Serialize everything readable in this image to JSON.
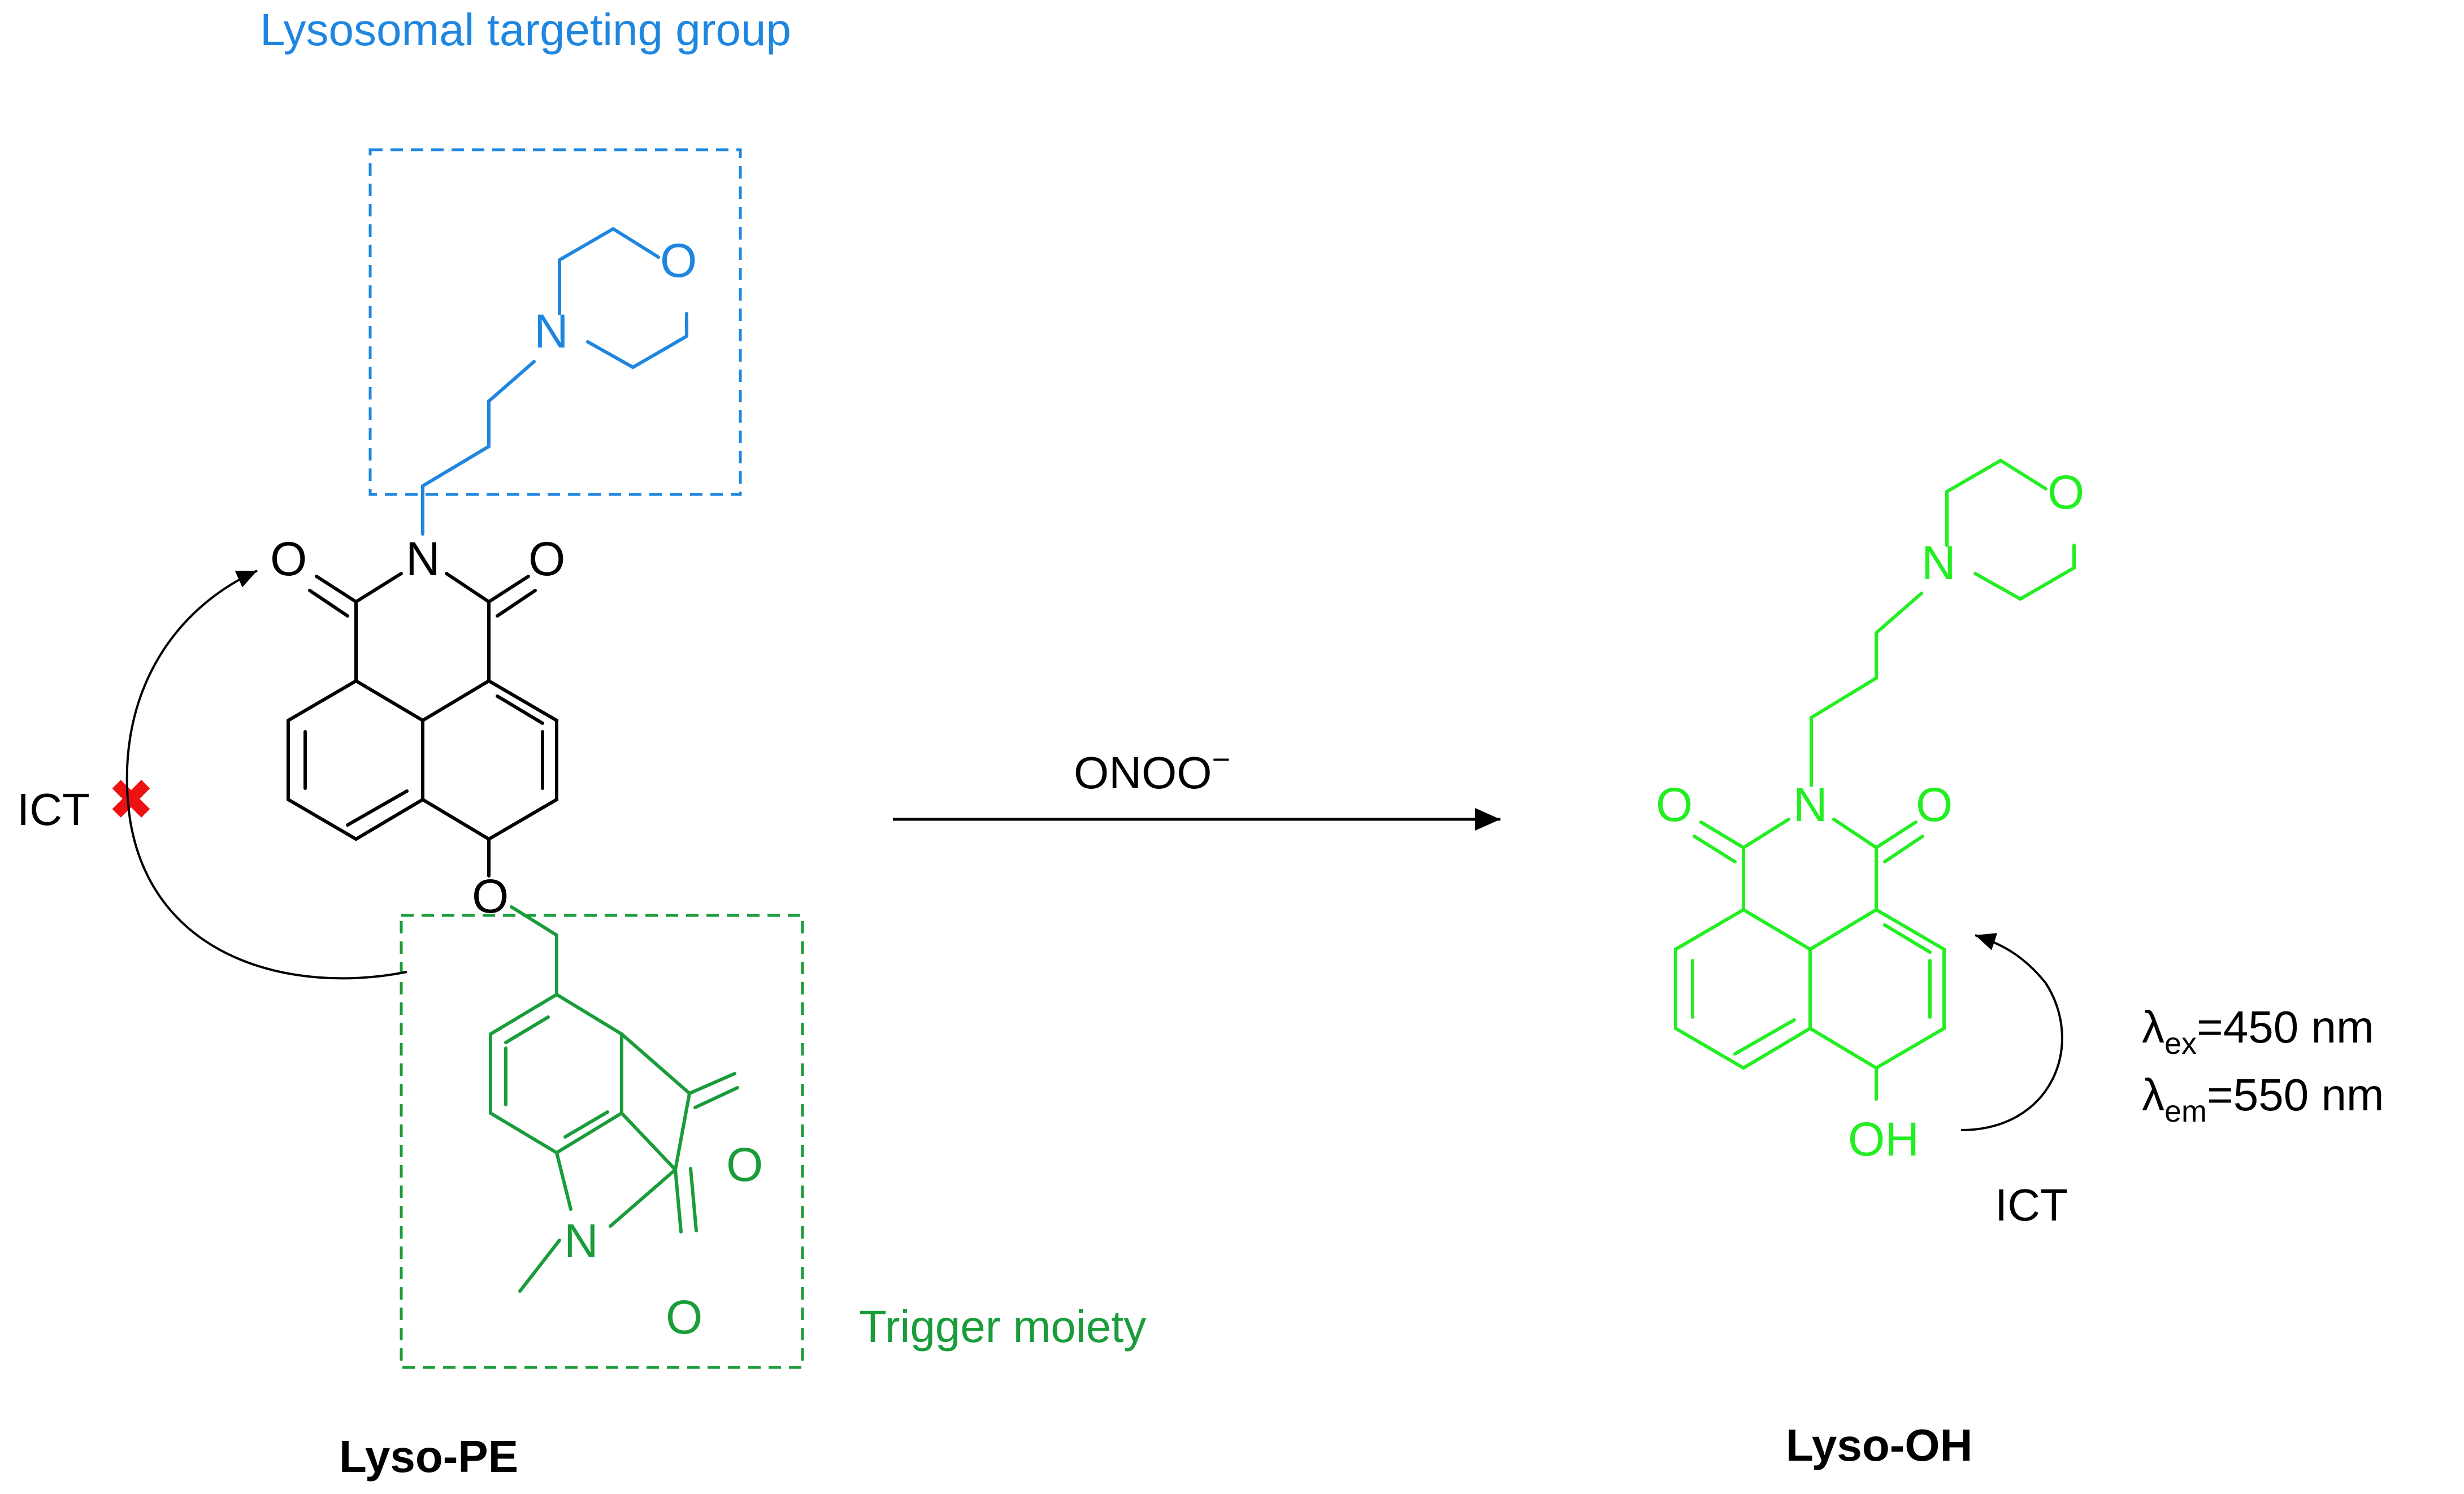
{
  "labels": {
    "targeting_group": "Lysosomal targeting group",
    "trigger_moiety": "Trigger moiety",
    "reagent": "ONOO",
    "reagent_charge": "−",
    "ict_left": "ICT",
    "ict_right": "ICT",
    "compound_left": "Lyso-PE",
    "compound_right": "Lyso-OH",
    "lambda": "λ",
    "ex_sub": "ex",
    "ex_value": "=450 nm",
    "em_sub": "em",
    "em_value": "=550 nm",
    "blocked_mark": "✖"
  },
  "atoms": {
    "oxygen": "O",
    "nitrogen": "N",
    "hydroxyl": "OH"
  },
  "colors": {
    "black": "#000000",
    "blue": "#1f86e0",
    "dark_green": "#1a9c3a",
    "bright_green": "#22ee22",
    "red": "#ee1111"
  }
}
